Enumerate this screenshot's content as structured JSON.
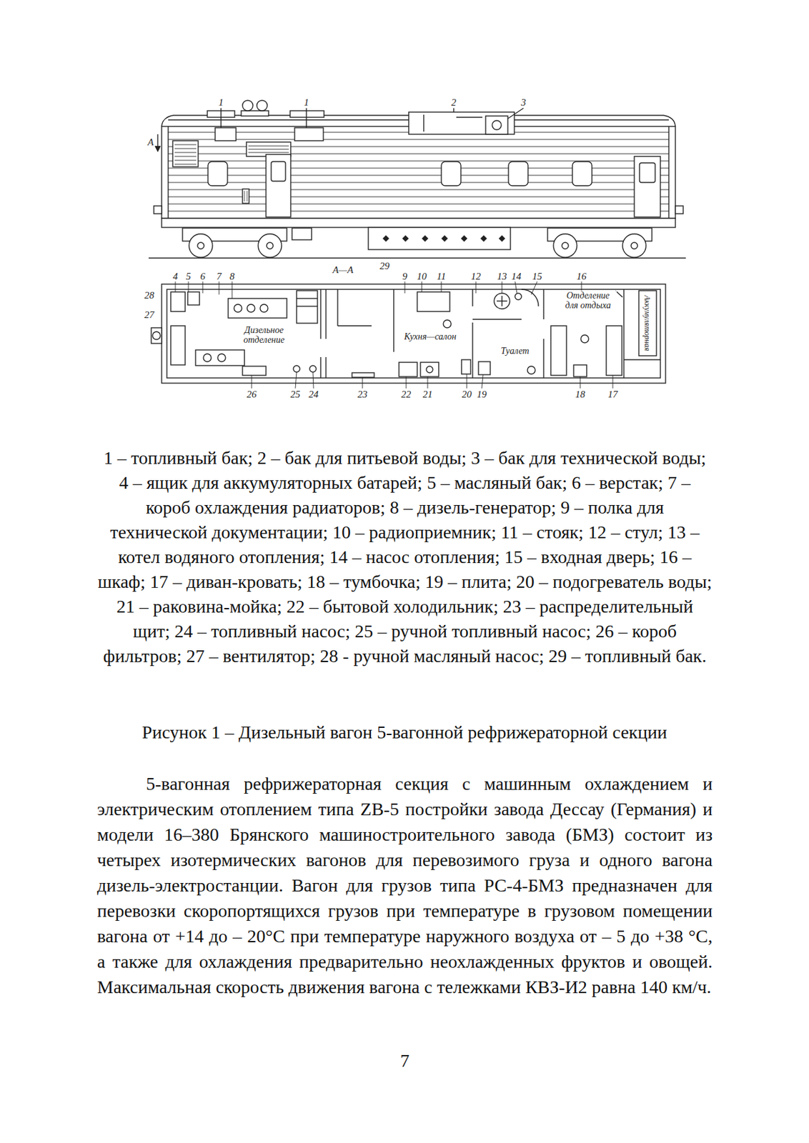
{
  "diagram": {
    "caption": "Рисунок 1 – Дизельный вагон 5-вагонной рефрижераторной секции",
    "labels": [
      "1",
      "1",
      "2",
      "3",
      "А",
      "29",
      "А—А",
      "4",
      "5",
      "6",
      "7",
      "8",
      "9",
      "10",
      "11",
      "12",
      "13",
      "14",
      "15",
      "16",
      "28",
      "27",
      "26",
      "25",
      "24",
      "23",
      "22",
      "21",
      "20",
      "19",
      "18",
      "17",
      "Дизельное отделение",
      "Кухня—салон",
      "Туалет",
      "Отделение для отдыха",
      "Аккумуляторная",
      "1 – топливный бак; 2 – бак для питьевой воды; 3 – бак для технической воды; 4 – ящик для аккумуляторных батарей; 5 – масляный бак; 6 – верстак; 7 – короб охлаждения радиаторов; 8 – дизель-генератор; 9 – полка для технической документации; 10 – радиоприемник; 11 – стояк; 12 – стул; 13 – котел водяного отопления; 14 – насос отопления; 15 – входная дверь; 16 – шкаф; 17 – диван-кровать; 18 – тумбочка; 19 – плита; 20 – подогреватель воды; 21 – раковина-мойка; 22 – бытовой холодильник; 23 – распределительный щит; 24 – топливный насос; 25 – ручной топливный насос; 26 – короб фильтров; 27 – вентилятор; 28 - ручной масляный насос; 29 – топливный бак.",
      "5-вагонная рефрижераторная секция с машинным охлаждением и электрическим отоплением типа ZB-5 постройки завода Дессау (Германия) и модели 16–380 Брянского машиностроительного завода (БМЗ) состоит из четырех изотермических вагонов для перевозимого груза и одного вагона дизель-электростанции. Вагон для грузов типа РС-4-БМЗ предназначен для перевозки скоропортящихся грузов при температуре в грузовом помещении вагона от +14 до – 20°С при температуре наружного воздуха от – 5 до +38 °С, а также для охлаждения предварительно неохлажденных фруктов и овощей. Максимальная скорость движения вагона с тележками КВЗ-И2 равна 140 км/ч.",
      "7"
    ]
  }
}
